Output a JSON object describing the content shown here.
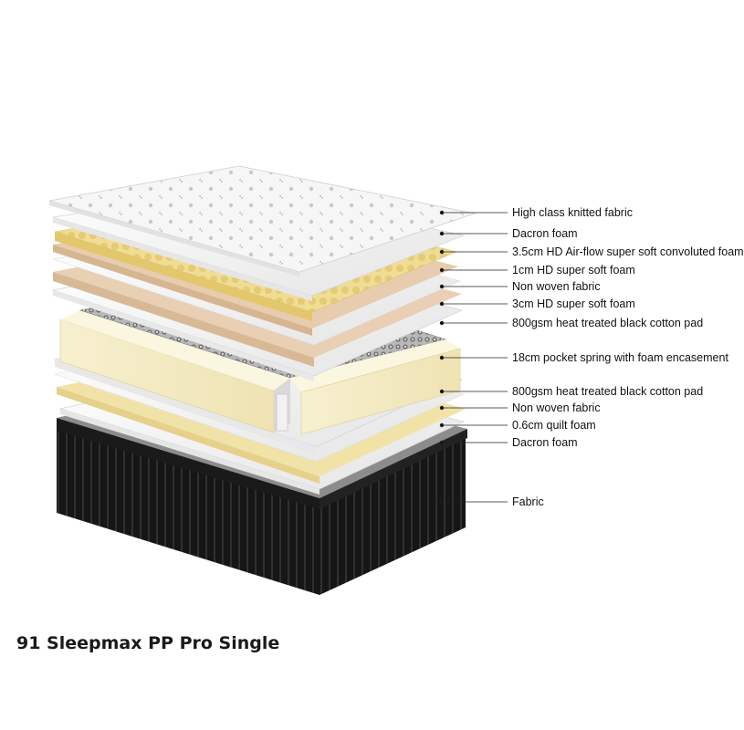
{
  "product": {
    "title": "91 Sleepmax PP Pro Single"
  },
  "layers": [
    {
      "label": "High class knitted fabric"
    },
    {
      "label": "Dacron foam"
    },
    {
      "label": "3.5cm HD Air-flow super soft convoluted foam"
    },
    {
      "label": "1cm HD super soft foam"
    },
    {
      "label": "Non woven fabric"
    },
    {
      "label": "3cm HD super soft foam"
    },
    {
      "label": "800gsm heat treated black cotton pad"
    },
    {
      "label": "18cm pocket spring with foam encasement"
    },
    {
      "label": "800gsm heat treated black cotton pad"
    },
    {
      "label": "Non woven fabric"
    },
    {
      "label": "0.6cm quilt foam"
    },
    {
      "label": "Dacron foam"
    },
    {
      "label": "Fabric"
    }
  ],
  "colors": {
    "fabric_white": "#f4f4f4",
    "foam_yellow": "#f0e3a6",
    "foam_peach": "#e7cdb2",
    "spring_cream": "#f5edc9",
    "spring_grey": "#8e8e8e",
    "base_black": "#1b1b1b",
    "base_grey": "#9a9a9a",
    "leader_line": "#222222"
  }
}
